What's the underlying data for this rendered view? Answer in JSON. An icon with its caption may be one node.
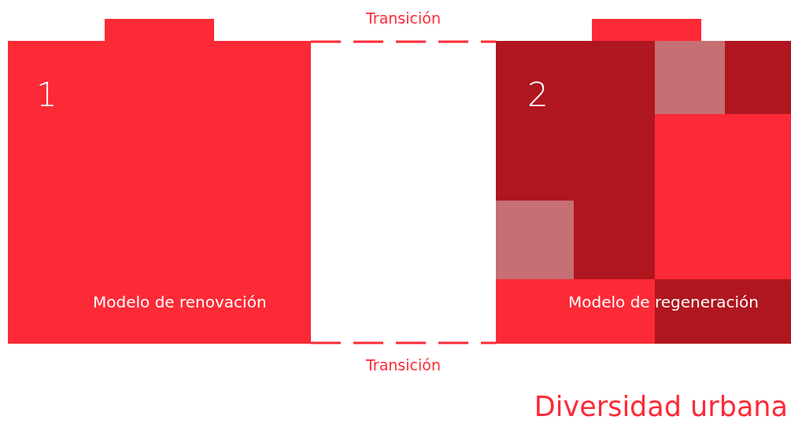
{
  "diagram": {
    "title": "Diversidad urbana",
    "nodes": [
      {
        "text": [],
        "shape": "bar"
      },
      {
        "text": [
          "1",
          "Modelo de renovación"
        ]
      },
      {
        "text": [],
        "shape": "bar"
      },
      {
        "text": [
          "2",
          "Modelo de regeneración"
        ]
      }
    ],
    "edges": [
      {
        "from": 1,
        "to": 3,
        "arrow": "none",
        "style": "dashed",
        "label": "Transición"
      },
      {
        "from": 1,
        "to": 3,
        "arrow": "none",
        "style": "dashed",
        "label": "Transición"
      }
    ]
  }
}
